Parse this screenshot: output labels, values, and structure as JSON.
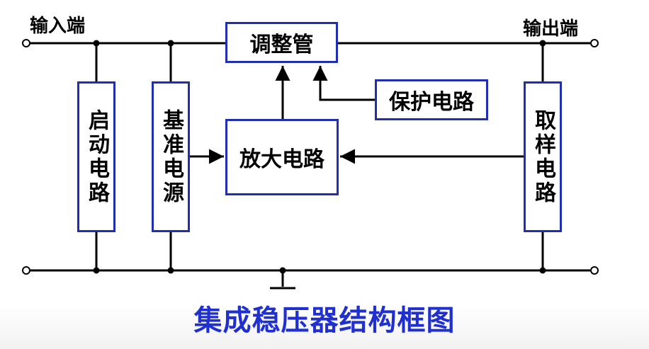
{
  "labels": {
    "input_terminal": "输入端",
    "output_terminal": "输出端",
    "adjust_tube": "调整管",
    "protection_circuit": "保护电路",
    "amplifier_circuit": "放大电路",
    "startup_circuit": "启动电路",
    "reference_source": "基准电源",
    "sampling_circuit": "取样电路"
  },
  "caption": "集成稳压器结构框图",
  "colors": {
    "box_border": "#1f2fb0",
    "caption": "#1f2fd0",
    "wire": "#000000"
  }
}
